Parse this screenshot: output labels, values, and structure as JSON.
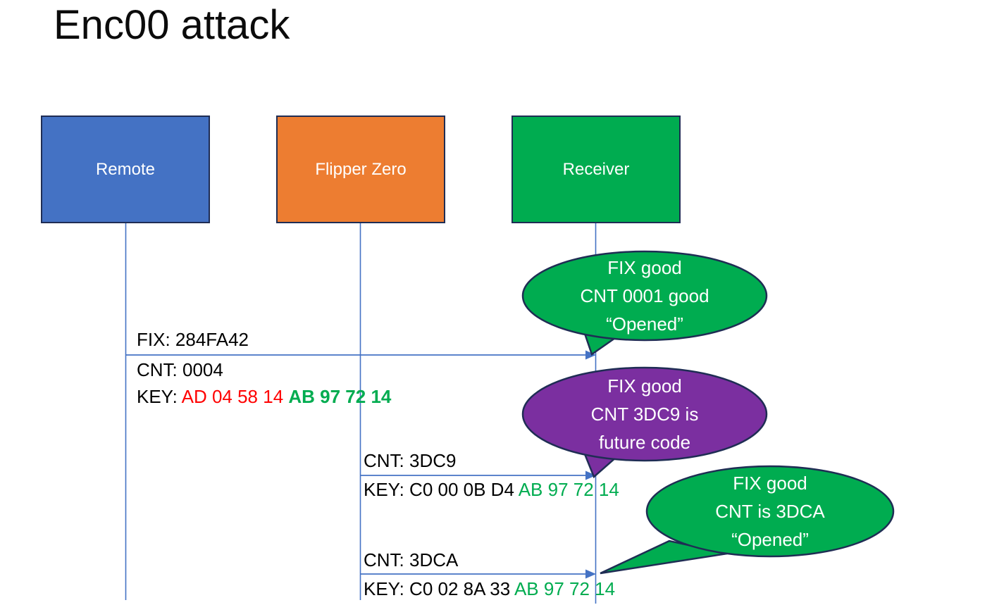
{
  "slide": {
    "title": "Enc00 attack",
    "background": "#FFFFFF"
  },
  "actors": [
    {
      "label": "Remote",
      "fill": "#4472C4"
    },
    {
      "label": "Flipper Zero",
      "fill": "#ED7D31"
    },
    {
      "label": "Receiver",
      "fill": "#00AC50"
    }
  ],
  "messages": [
    {
      "from": "Remote",
      "to": "Receiver",
      "fix": "FIX: 284FA42",
      "cnt": "CNT: 0004",
      "key_prefix": "KEY: ",
      "key_red": "AD 04 58 14 ",
      "key_green": "AB 97 72 14"
    },
    {
      "from": "Flipper Zero",
      "to": "Receiver",
      "cnt": "CNT: 3DC9",
      "key_prefix": "KEY: C0 00 0B D4 ",
      "key_green": "AB 97 72 14"
    },
    {
      "from": "Flipper Zero",
      "to": "Receiver",
      "cnt": "CNT: 3DCA",
      "key_prefix": "KEY: C0 02 8A 33 ",
      "key_green": "AB 97 72 14"
    }
  ],
  "bubbles": [
    {
      "color": "#00AC50",
      "lines": [
        "FIX good",
        "CNT 0001 good",
        "“Opened”"
      ]
    },
    {
      "color": "#7B2FA0",
      "lines": [
        "FIX good",
        "CNT 3DC9 is",
        "future code"
      ]
    },
    {
      "color": "#00AC50",
      "lines": [
        "FIX good",
        "CNT is 3DCA",
        "“Opened”"
      ]
    }
  ],
  "colors": {
    "actor_remote": "#4472C4",
    "actor_flipper": "#ED7D31",
    "actor_receiver": "#00AC50",
    "bubble_green": "#00AC50",
    "bubble_purple": "#7B2FA0",
    "shape_outline": "#1F2D54",
    "connector_blue": "#4472C4",
    "key_red": "#FF0000",
    "key_green": "#00AC50",
    "text_dark": "#000000",
    "text_light": "#FFFFFF"
  }
}
